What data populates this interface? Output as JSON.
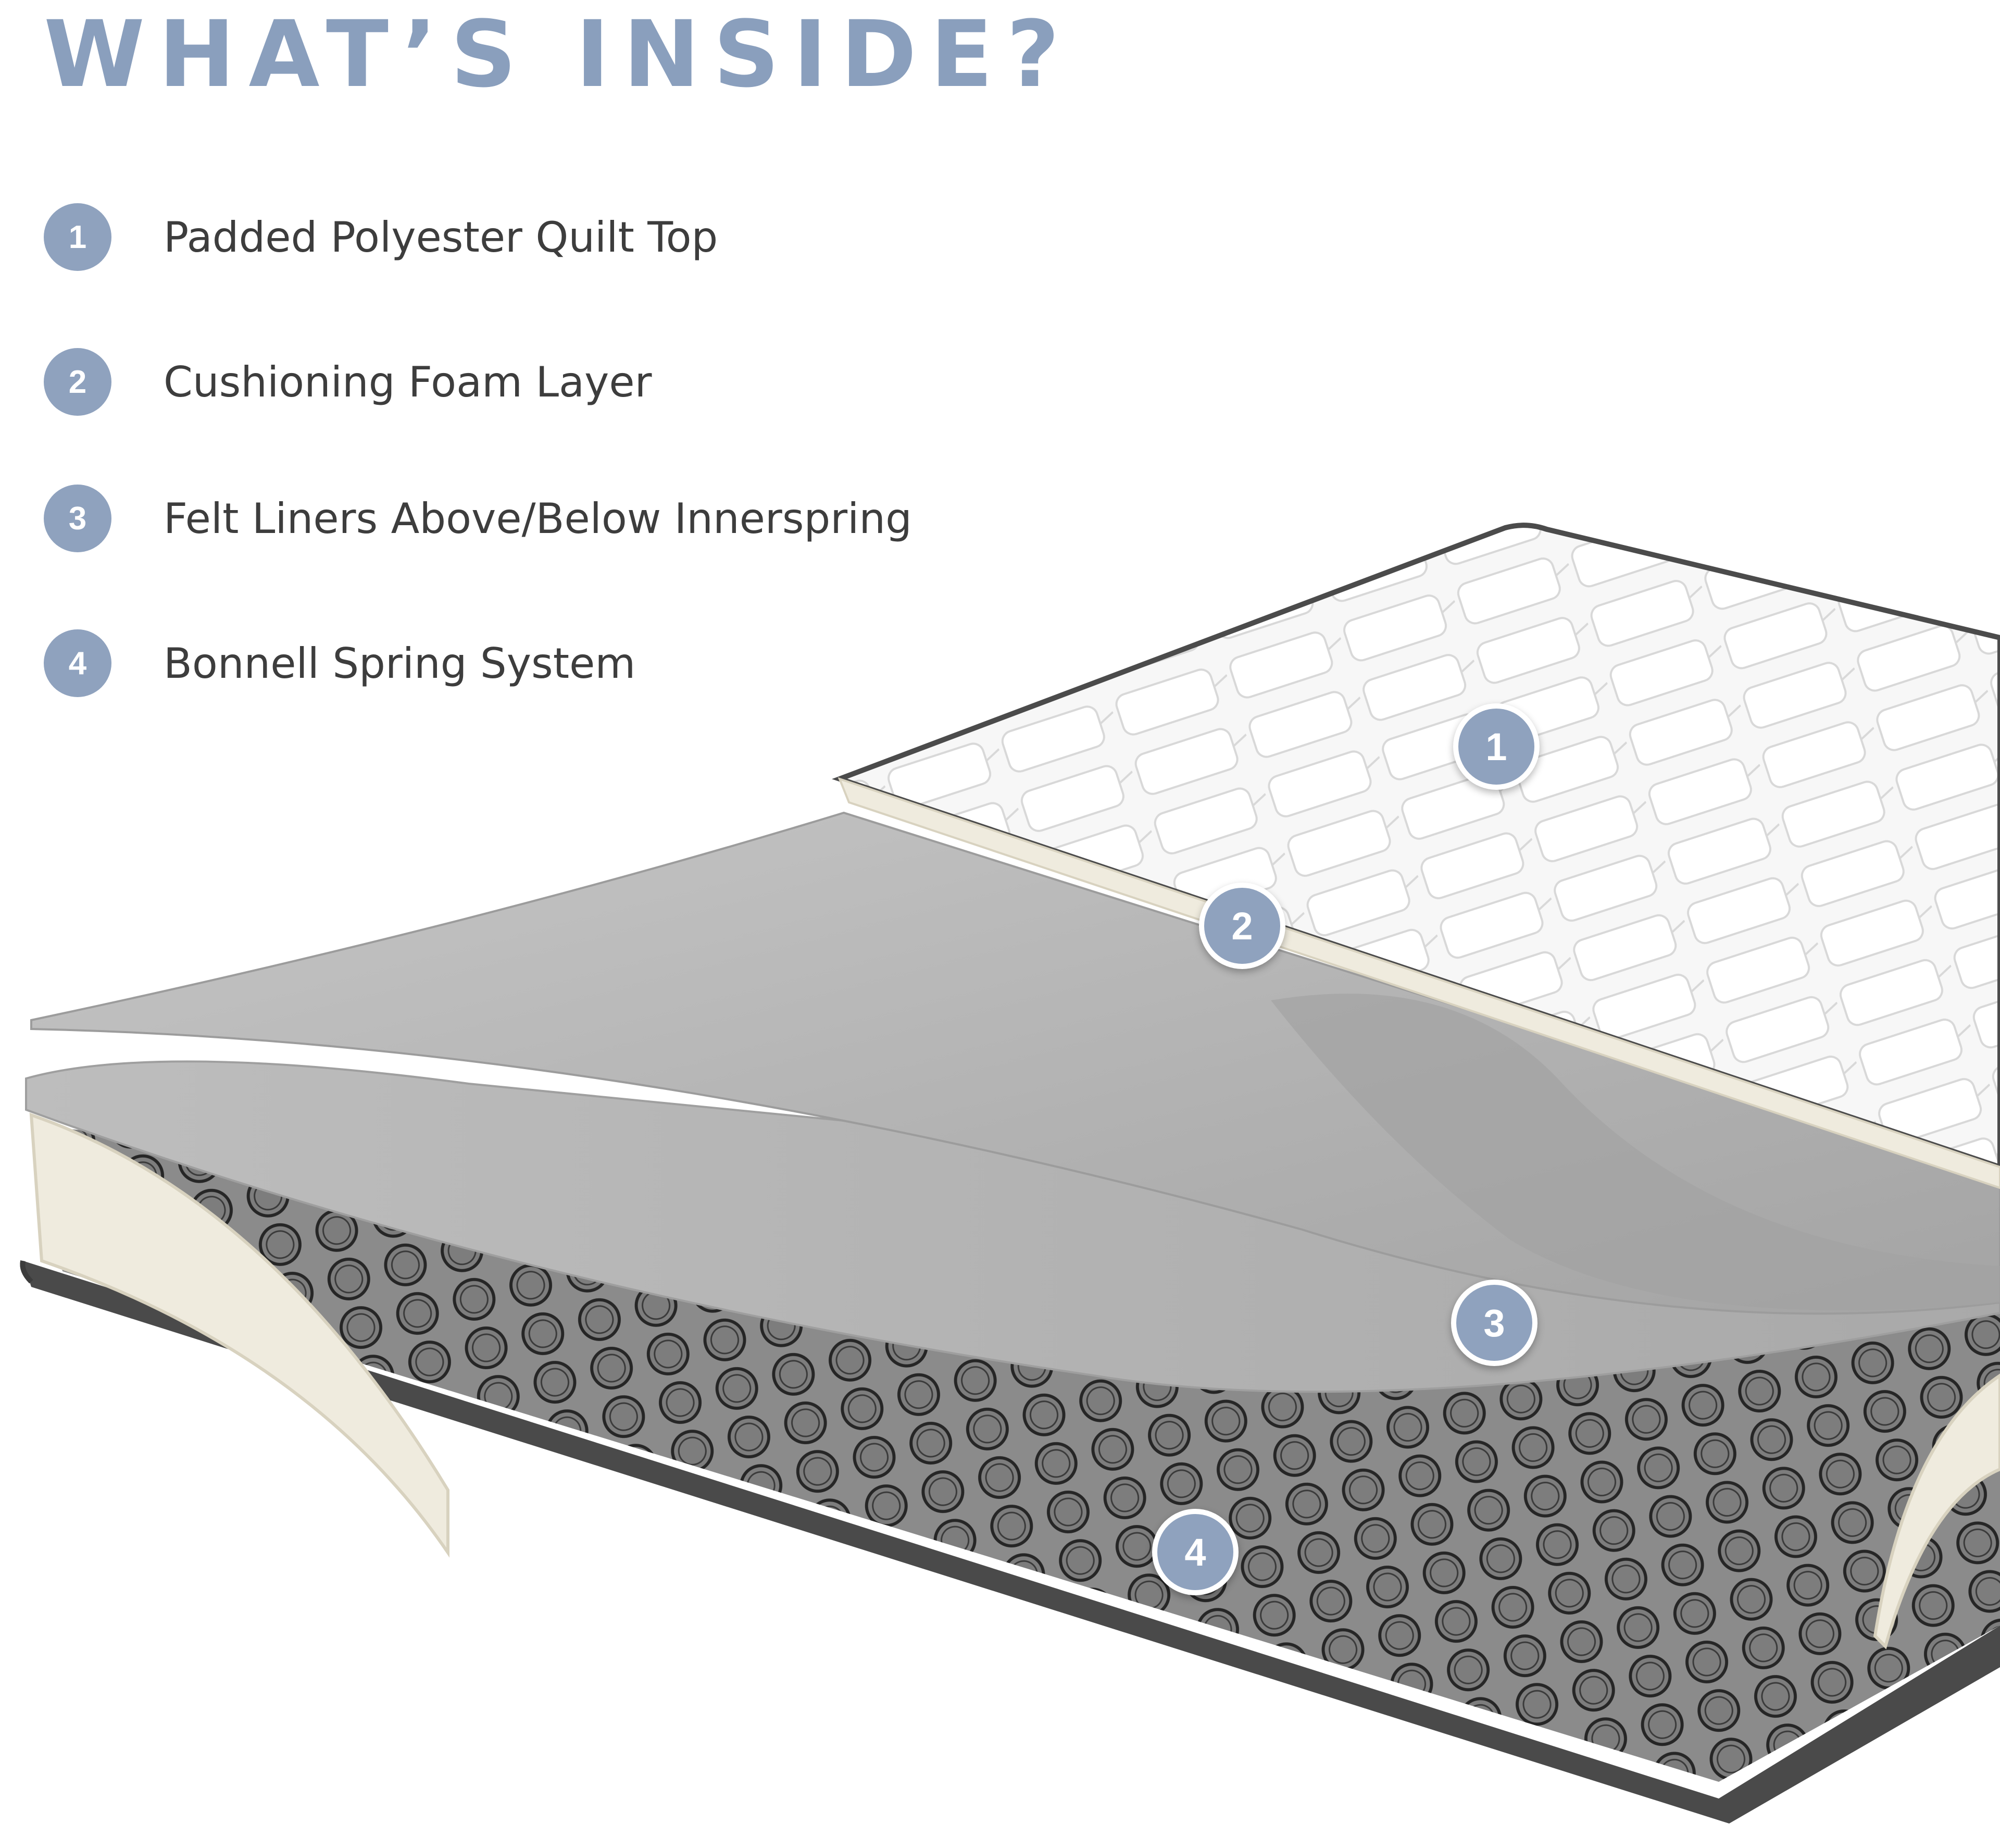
{
  "title": "WHAT’S INSIDE?",
  "legend": [
    {
      "number": "1",
      "label": "Padded Polyester Quilt Top"
    },
    {
      "number": "2",
      "label": "Cushioning Foam Layer"
    },
    {
      "number": "3",
      "label": "Felt Liners Above/Below Innerspring"
    },
    {
      "number": "4",
      "label": "Bonnell Spring System"
    }
  ],
  "callouts": [
    "1",
    "2",
    "3",
    "4"
  ],
  "colors": {
    "accent": "#8fa2be",
    "title": "#8a9fbd",
    "text": "#3d3d3d",
    "quilt": "#f6f6f6",
    "felt": "#b9b9b9",
    "springs": "#3a3a3a",
    "base": "#4a4a4a",
    "foam_edge": "#efebde"
  }
}
